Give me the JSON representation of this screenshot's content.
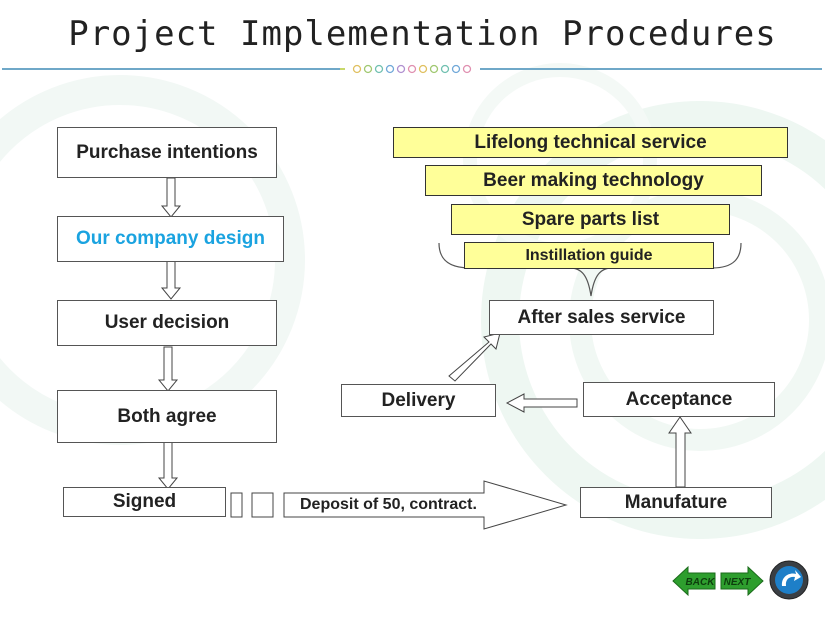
{
  "title": "Project Implementation Procedures",
  "left_flow": [
    "Purchase intentions",
    "Our company design",
    "User decision",
    "Both agree",
    "Signed"
  ],
  "deposit_label": "Deposit of 50, contract.",
  "service_items": [
    "Lifelong technical service",
    "Beer making technology",
    "Spare parts list",
    "Instillation guide"
  ],
  "after_sales": "After sales service",
  "delivery": "Delivery",
  "acceptance": "Acceptance",
  "manufacture": "Manufature",
  "nav": {
    "back": "BACK",
    "next": "NEXT"
  },
  "colors": {
    "highlight_text": "#1aa3e0",
    "service_fill": "#ffff99",
    "nav_green": "#2e9e2e"
  }
}
